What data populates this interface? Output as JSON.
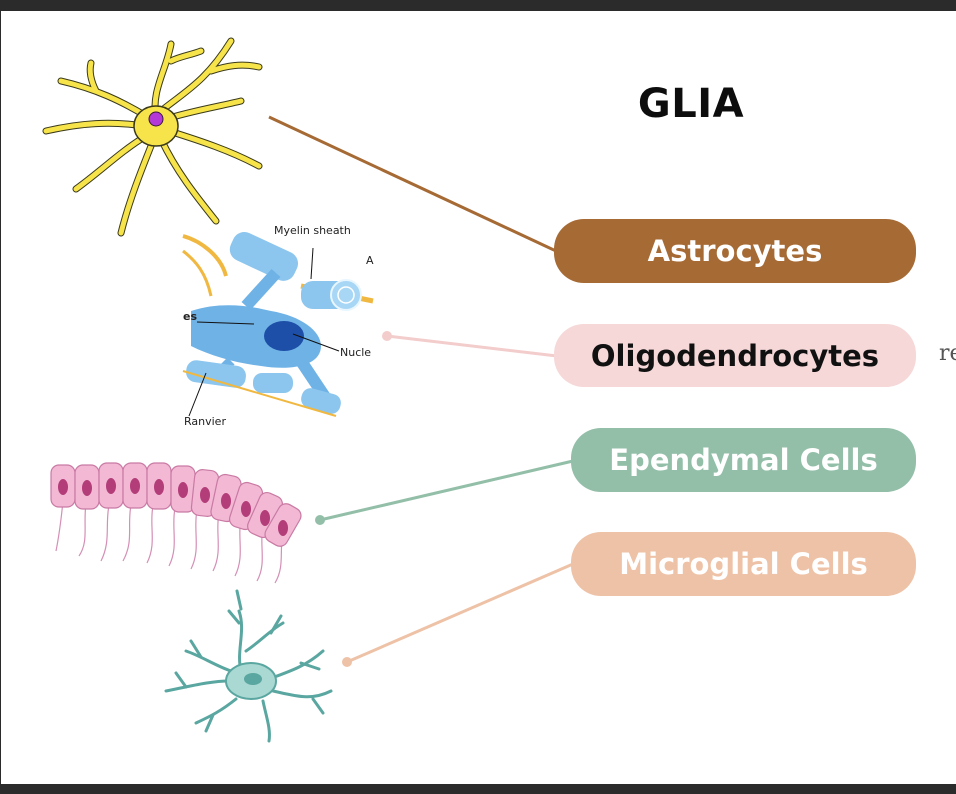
{
  "title": "GLIA",
  "cells": [
    {
      "label": "Astrocytes",
      "color": "#a66a35"
    },
    {
      "label": "Oligodendrocytes",
      "color": "#f6d8d8"
    },
    {
      "label": "Ependymal Cells",
      "color": "#93bfa9"
    },
    {
      "label": "Microglial Cells",
      "color": "#eec2a6"
    }
  ],
  "oligo_diagram": {
    "myelin_label": "Myelin sheath",
    "nucleus_label": "Nucle",
    "ranvier_label": "Ranvier",
    "left_label": "es",
    "right_label": "A"
  },
  "overflow_text": "re"
}
